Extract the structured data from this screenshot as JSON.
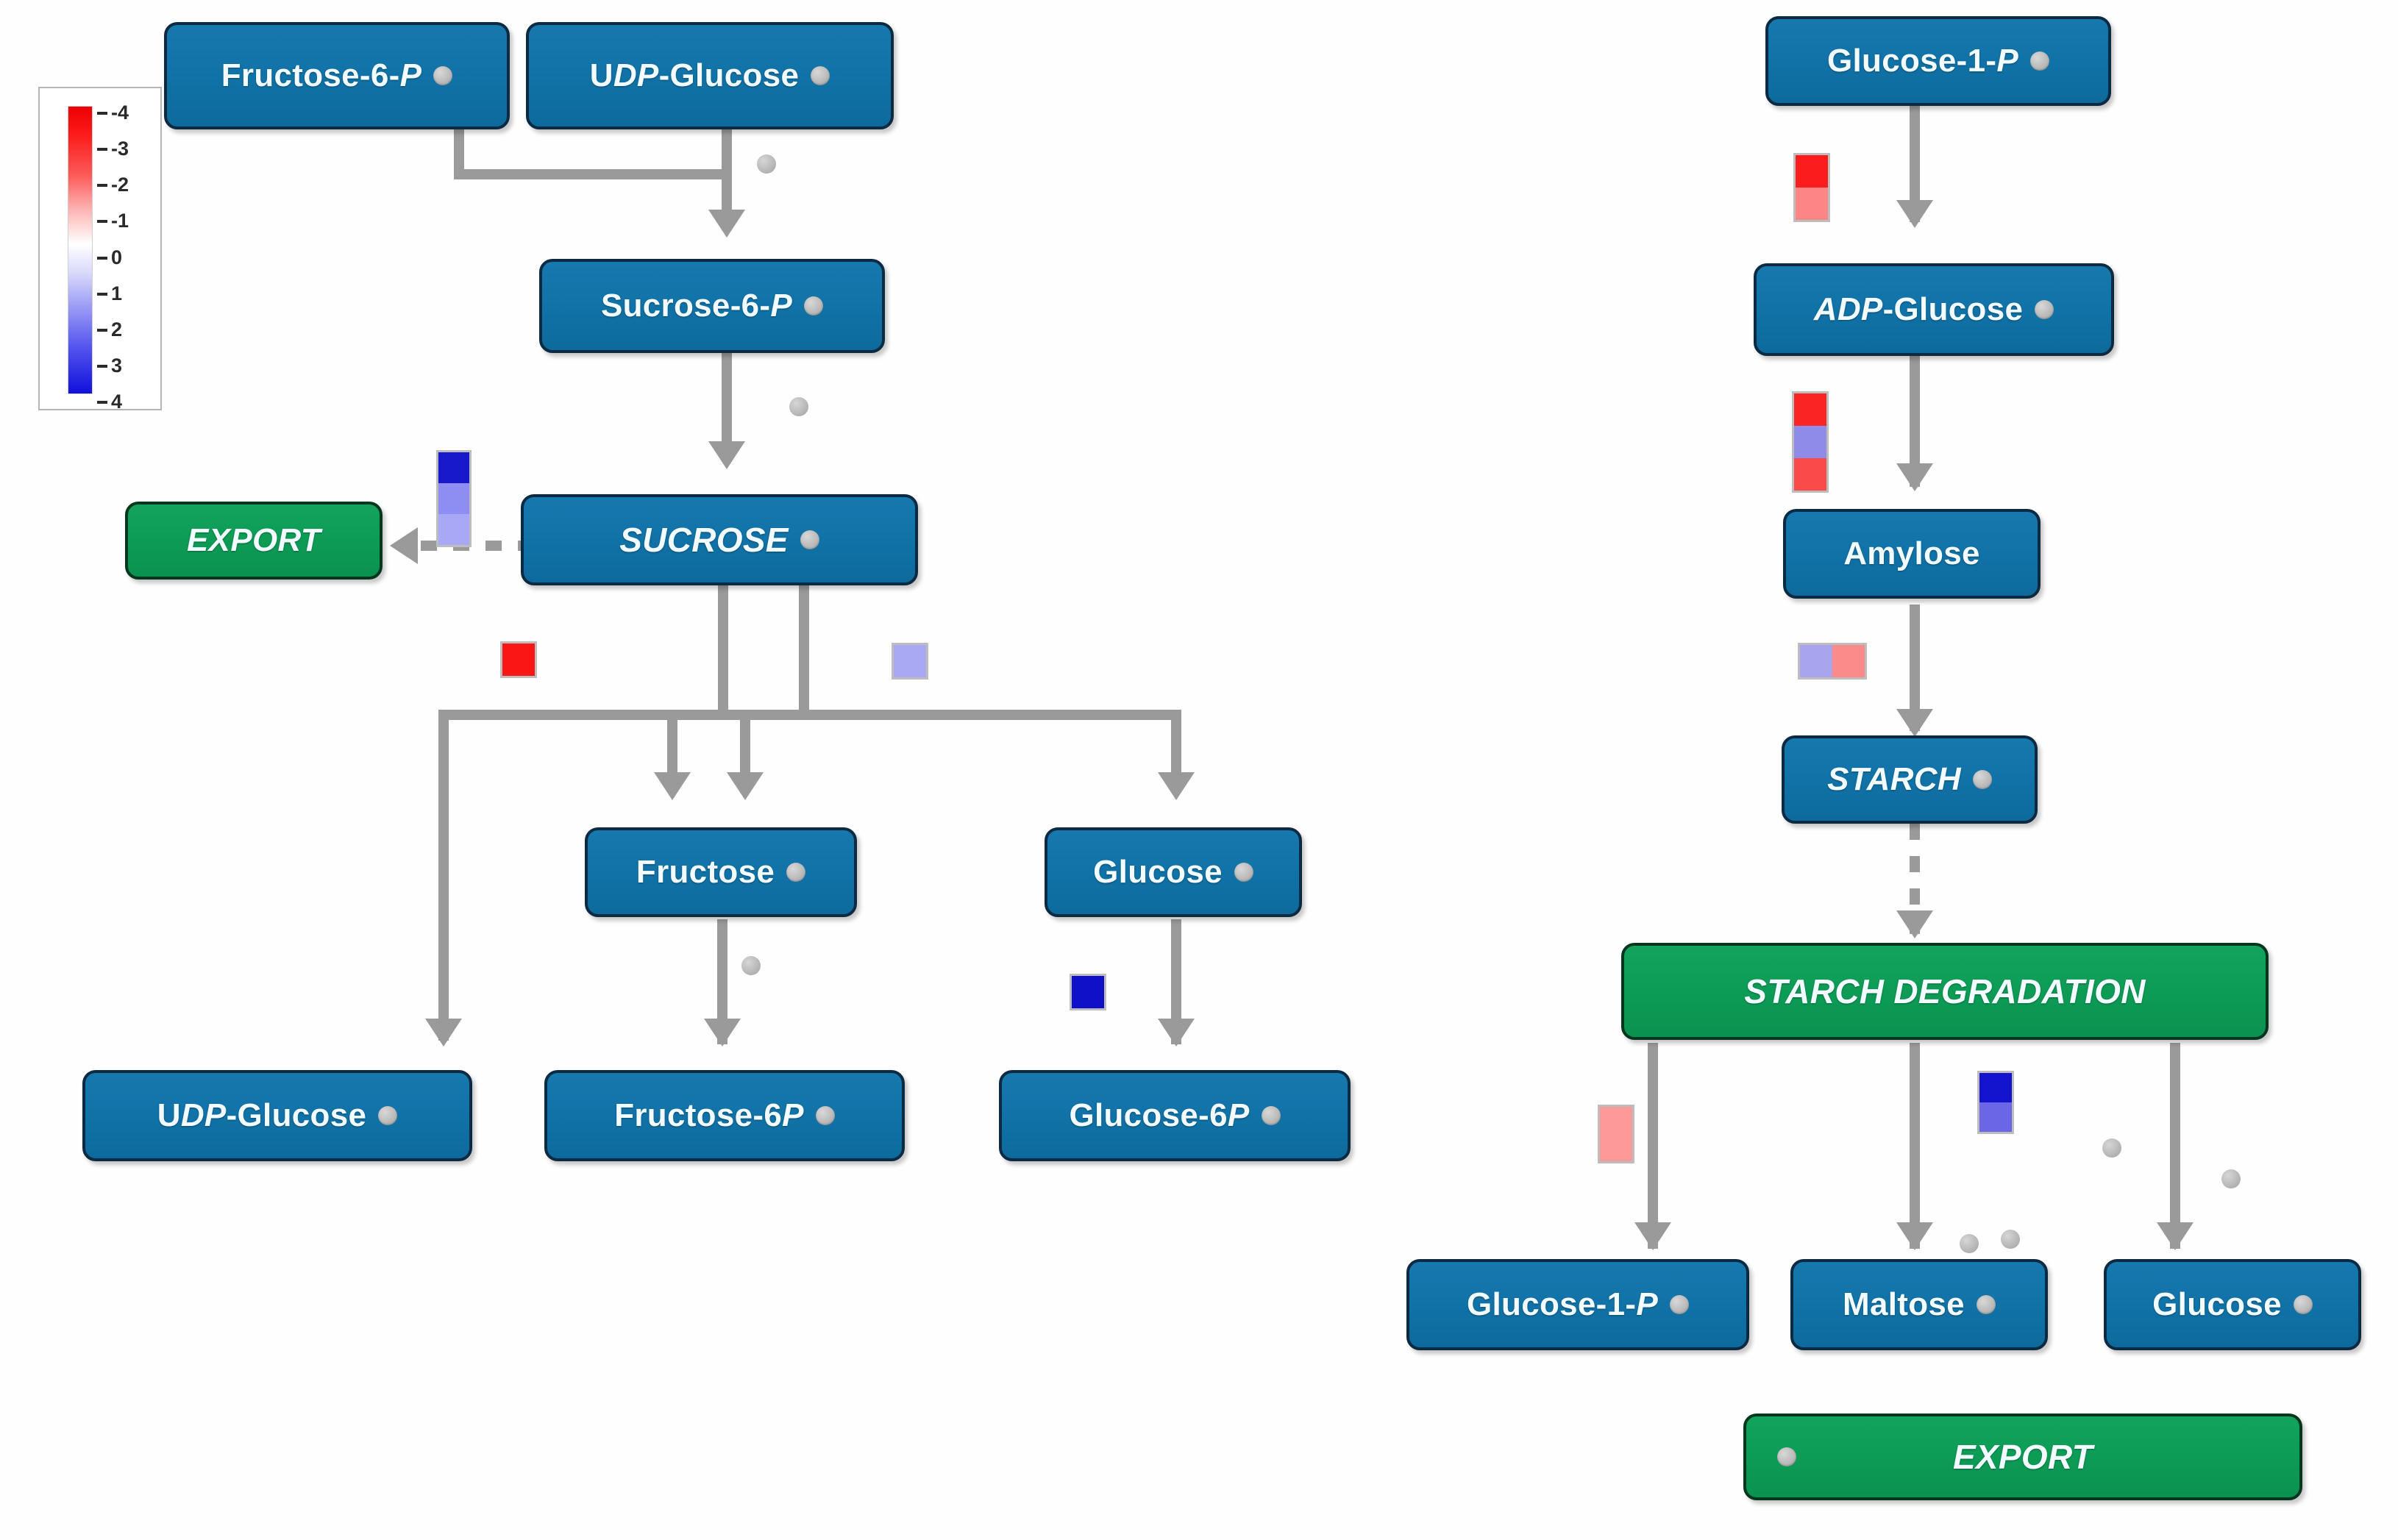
{
  "legend": {
    "name": "expression-color-scale",
    "ticks": [
      "-4",
      "-3",
      "-2",
      "-1",
      "0",
      "1",
      "2",
      "3",
      "4"
    ],
    "top_color": "#ee0000",
    "mid_color": "#ffffff",
    "bottom_color": "#1010dd",
    "description": "red high negative to blue high positive"
  },
  "palette": {
    "metabolite_fill": "#1173a8",
    "metabolite_border": "#0c2a42",
    "process_fill": "#0d9c55",
    "process_border": "#07361f",
    "edge": "#9a9a9a",
    "dot": "#b7b7b7"
  },
  "nodes": {
    "fructose6p_top": {
      "label_html": "Fructose-6-<i>P</i>",
      "label": "Fructose-6-P",
      "type": "metabolite",
      "dot": "right"
    },
    "udp_glucose_top": {
      "label_html": "U<i>DP</i>-Glucose",
      "label": "UDP-Glucose",
      "type": "metabolite",
      "dot": "right"
    },
    "sucrose6p": {
      "label_html": "Sucrose-6-<i>P</i>",
      "label": "Sucrose-6-P",
      "type": "metabolite",
      "dot": "right"
    },
    "sucrose": {
      "label_html": "SUCROSE",
      "label": "SUCROSE",
      "type": "metabolite",
      "dot": "right",
      "italic": true
    },
    "export_left": {
      "label_html": "EXPORT",
      "label": "EXPORT",
      "type": "process",
      "dot": "none",
      "italic": true
    },
    "fructose": {
      "label_html": "Fructose",
      "label": "Fructose",
      "type": "metabolite",
      "dot": "right"
    },
    "glucose_left": {
      "label_html": "Glucose",
      "label": "Glucose",
      "type": "metabolite",
      "dot": "right"
    },
    "udp_glucose_bot": {
      "label_html": "U<i>DP</i>-Glucose",
      "label": "UDP-Glucose",
      "type": "metabolite",
      "dot": "right"
    },
    "fructose6p_bot": {
      "label_html": "Fructose-6<i>P</i>",
      "label": "Fructose-6P",
      "type": "metabolite",
      "dot": "right"
    },
    "glucose6p": {
      "label_html": "Glucose-6<i>P</i>",
      "label": "Glucose-6P",
      "type": "metabolite",
      "dot": "right"
    },
    "glucose1p_top": {
      "label_html": "Glucose-1-<i>P</i>",
      "label": "Glucose-1-P",
      "type": "metabolite",
      "dot": "right"
    },
    "adp_glucose": {
      "label_html": "<i>ADP</i>-Glucose",
      "label": "ADP-Glucose",
      "type": "metabolite",
      "dot": "right"
    },
    "amylose": {
      "label_html": "Amylose",
      "label": "Amylose",
      "type": "metabolite",
      "dot": "none"
    },
    "starch": {
      "label_html": "STARCH",
      "label": "STARCH",
      "type": "metabolite",
      "dot": "right",
      "italic": true
    },
    "starch_degrad": {
      "label_html": "STARCH DEGRADATION",
      "label": "STARCH DEGRADATION",
      "type": "process",
      "dot": "none",
      "italic": true
    },
    "glucose1p_bot": {
      "label_html": "Glucose-1-<i>P</i>",
      "label": "Glucose-1-P",
      "type": "metabolite",
      "dot": "right"
    },
    "maltose": {
      "label_html": "Maltose",
      "label": "Maltose",
      "type": "metabolite",
      "dot": "right"
    },
    "glucose_right": {
      "label_html": "Glucose",
      "label": "Glucose",
      "type": "metabolite",
      "dot": "right"
    },
    "export_right": {
      "label_html": "EXPORT",
      "label": "EXPORT",
      "type": "process",
      "dot": "left",
      "italic": true
    }
  },
  "strips": [
    {
      "id": "sucrose-export-strip",
      "orientation": "vertical",
      "cells": [
        "#1919cc",
        "#8e8ef2",
        "#a8a8f6"
      ]
    },
    {
      "id": "sucrose-invertase-red",
      "orientation": "vertical",
      "cells": [
        "#fb1616"
      ]
    },
    {
      "id": "sucrose-synthase-blue",
      "orientation": "vertical",
      "cells": [
        "#a9a9f3"
      ]
    },
    {
      "id": "glucose-hexokinase",
      "orientation": "vertical",
      "cells": [
        "#1010c9"
      ]
    },
    {
      "id": "g1p-adpg-strip",
      "orientation": "vertical",
      "cells": [
        "#fb1d1d",
        "#fd8585"
      ]
    },
    {
      "id": "adpg-amylose-strip",
      "orientation": "vertical",
      "cells": [
        "#fb2424",
        "#8e8ce8",
        "#fb4a4a"
      ]
    },
    {
      "id": "amylose-starch-strip",
      "orientation": "horizontal",
      "cells": [
        "#a9a4ee",
        "#fb8b8b"
      ]
    },
    {
      "id": "degrad-g1p-strip",
      "orientation": "vertical",
      "cells": [
        "#fc9a9a"
      ]
    },
    {
      "id": "degrad-maltose-strip",
      "orientation": "vertical",
      "cells": [
        "#1414cf",
        "#6a66e6"
      ]
    }
  ]
}
